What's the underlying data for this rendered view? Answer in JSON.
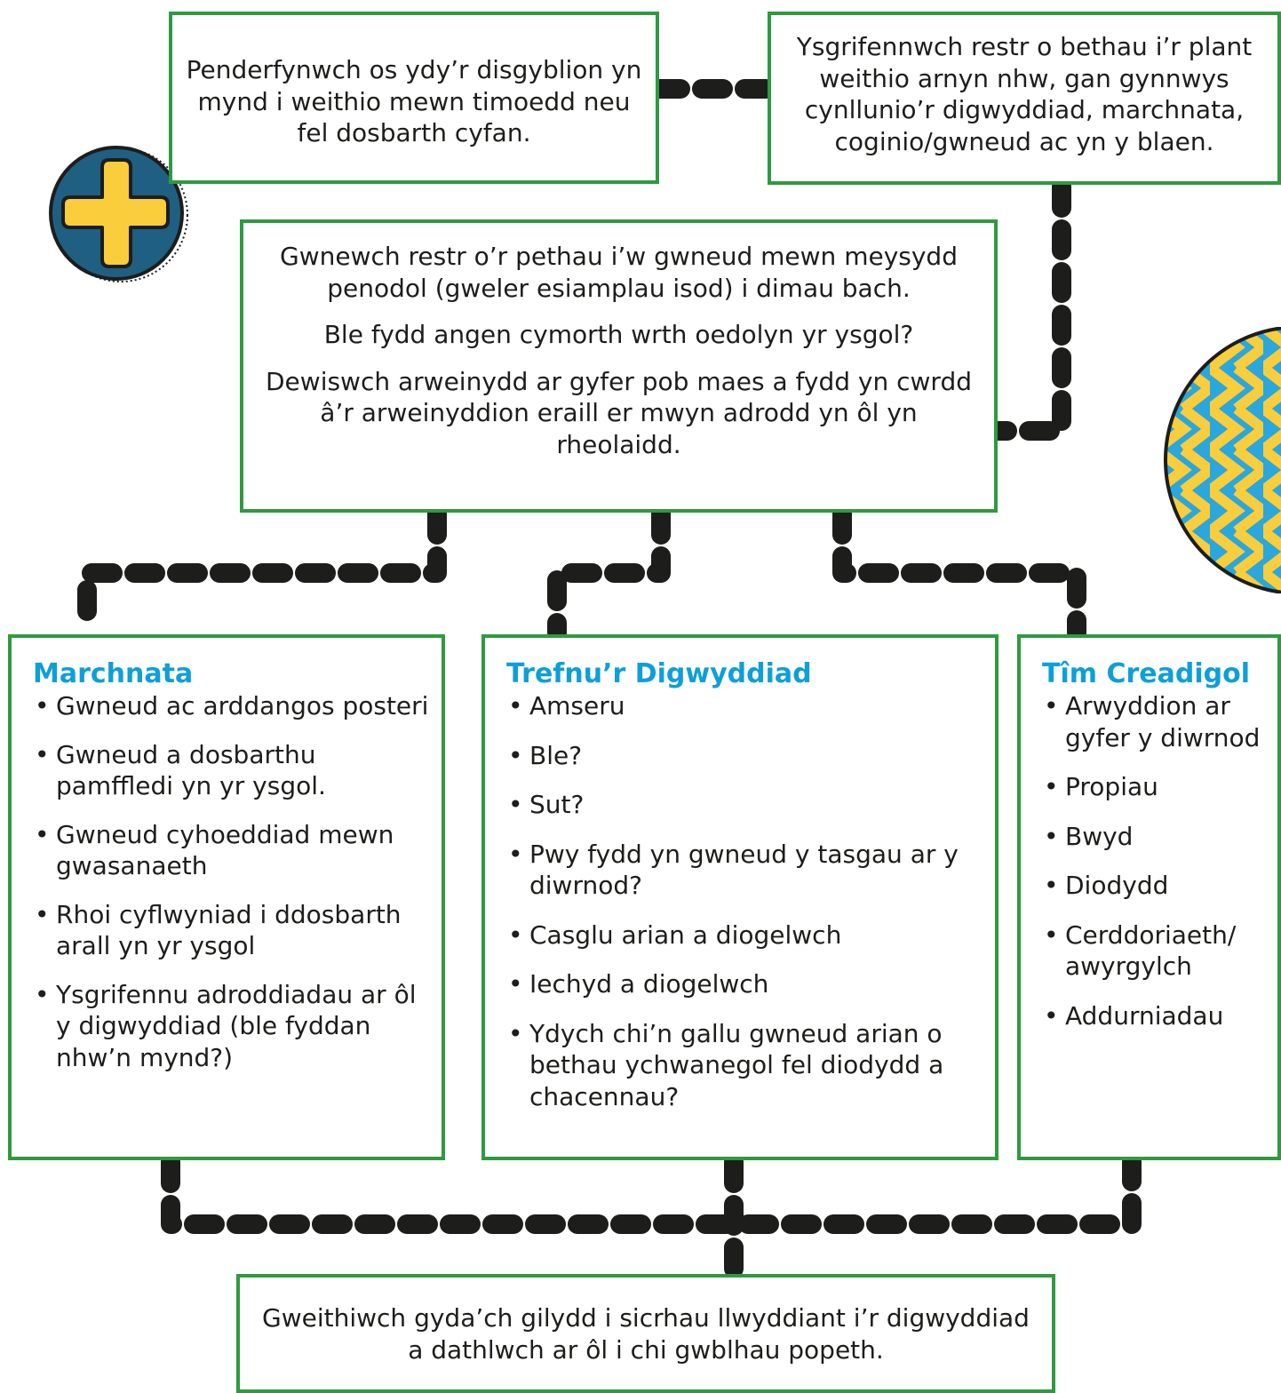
{
  "colors": {
    "border": "#2f9a3f",
    "heading": "#0e9fd8",
    "connector": "#1d1d1b",
    "plus_circle": "#1f5f82",
    "plus_sign": "#f9cd3b",
    "stripe_blue": "#2aa7dd",
    "stripe_yellow": "#f9cd3b"
  },
  "icons": [
    "plus-circle-icon",
    "striped-circle-icon"
  ],
  "boxes": {
    "teams": "Penderfynwch os ydy’r disgyblion yn mynd i weithio mewn timoedd neu fel dosbarth cyfan.",
    "list": "Ysgrifennwch restr o bethau i’r plant weithio arnyn nhw, gan gynnwys cynllunio’r digwyddiad, marchnata, coginio/gwneud ac yn y blaen.",
    "areas": [
      "Gwnewch restr o’r pethau i’w gwneud mewn meysydd penodol (gweler esiamplau isod) i dimau bach.",
      "Ble fydd angen cymorth wrth oedolyn yr ysgol?",
      "Dewiswch arweinydd ar gyfer pob maes a fydd yn cwrdd â’r arweinyddion eraill er mwyn adrodd yn ôl yn rheolaidd."
    ],
    "final": "Gweithiwch gyda’ch gilydd i sicrhau llwyddiant i’r digwyddiad a dathlwch ar ôl i chi gwblhau popeth."
  },
  "columns": {
    "marketing": {
      "title": "Marchnata",
      "items": [
        "Gwneud ac arddangos posteri",
        "Gwneud a dosbarthu pamffledi yn yr ysgol.",
        "Gwneud cyhoeddiad mewn gwasanaeth",
        "Rhoi cyflwyniad i ddosbarth arall yn yr ysgol",
        "Ysgrifennu adroddiadau ar ôl y digwyddiad (ble fyddan nhw’n mynd?)"
      ]
    },
    "organise": {
      "title": "Trefnu’r Digwyddiad",
      "items": [
        "Amseru",
        "Ble?",
        "Sut?",
        "Pwy fydd yn gwneud y tasgau ar y diwrnod?",
        "Casglu arian a diogelwch",
        "Iechyd a diogelwch",
        "Ydych chi’n gallu gwneud arian o bethau ychwanegol fel diodydd a chacennau?"
      ]
    },
    "creative": {
      "title": "Tîm Creadigol",
      "items": [
        "Arwyddion ar gyfer y diwrnod",
        "Propiau",
        "Bwyd",
        "Diodydd",
        "Cerddoriaeth/ awyrgylch",
        "Addurniadau"
      ]
    }
  }
}
